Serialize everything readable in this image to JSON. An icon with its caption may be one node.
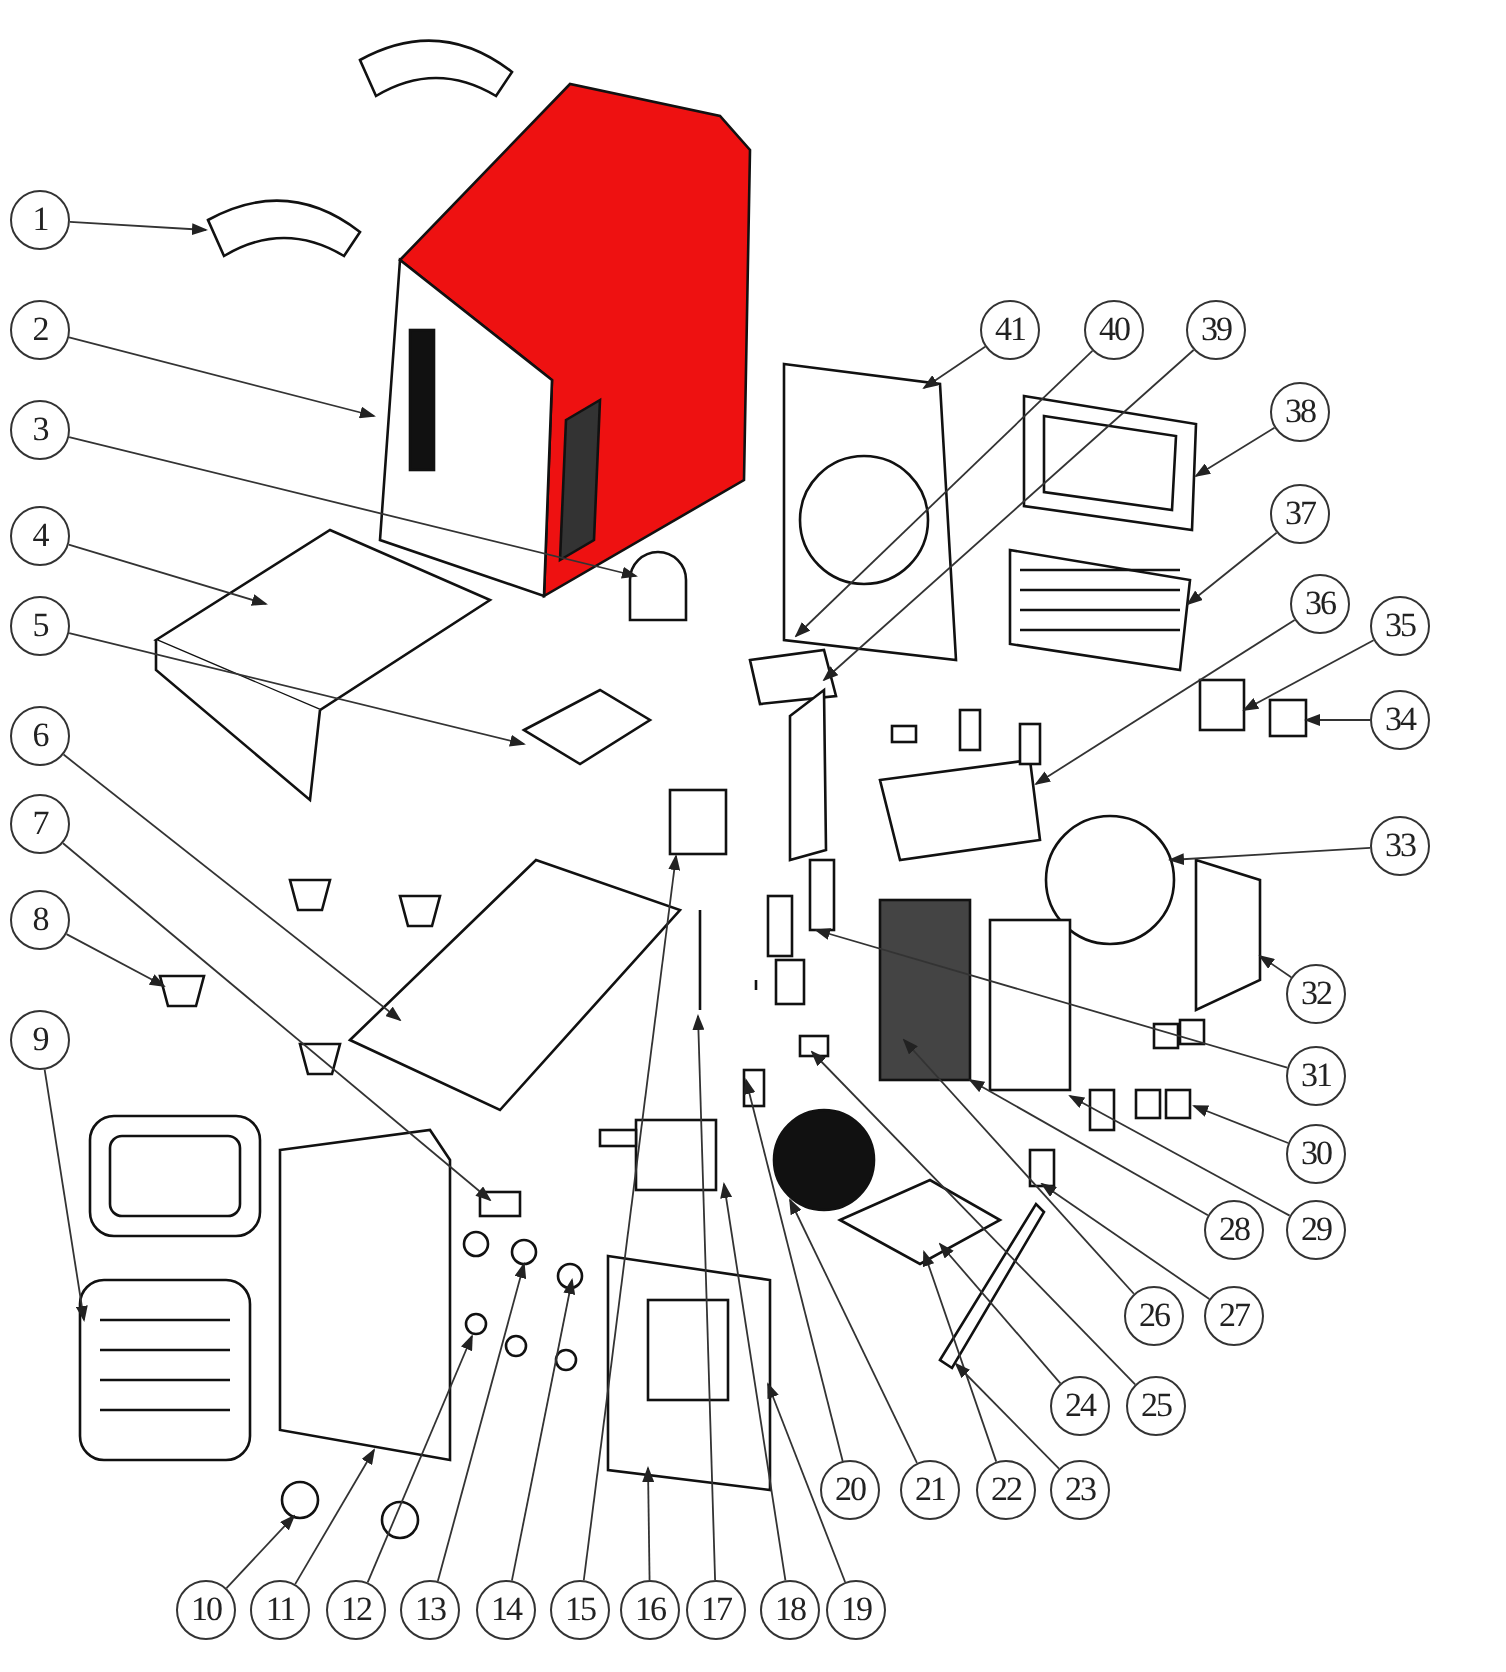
{
  "diagram": {
    "nodes": [
      {
        "text": [
          "1"
        ]
      },
      {
        "text": [
          "2"
        ]
      },
      {
        "text": [
          "3"
        ]
      },
      {
        "text": [
          "4"
        ]
      },
      {
        "text": [
          "5"
        ]
      },
      {
        "text": [
          "6"
        ]
      },
      {
        "text": [
          "7"
        ]
      },
      {
        "text": [
          "8"
        ]
      },
      {
        "text": [
          "9"
        ]
      },
      {
        "text": [
          "10"
        ]
      },
      {
        "text": [
          "11"
        ]
      },
      {
        "text": [
          "12"
        ]
      },
      {
        "text": [
          "13"
        ]
      },
      {
        "text": [
          "14"
        ]
      },
      {
        "text": [
          "15"
        ]
      },
      {
        "text": [
          "16"
        ]
      },
      {
        "text": [
          "17"
        ]
      },
      {
        "text": [
          "18"
        ]
      },
      {
        "text": [
          "19"
        ]
      },
      {
        "text": [
          "20"
        ]
      },
      {
        "text": [
          "21"
        ]
      },
      {
        "text": [
          "22"
        ]
      },
      {
        "text": [
          "23"
        ]
      },
      {
        "text": [
          "24"
        ]
      },
      {
        "text": [
          "25"
        ]
      },
      {
        "text": [
          "26"
        ]
      },
      {
        "text": [
          "27"
        ]
      },
      {
        "text": [
          "28"
        ]
      },
      {
        "text": [
          "29"
        ]
      },
      {
        "text": [
          "30"
        ]
      },
      {
        "text": [
          "31"
        ]
      },
      {
        "text": [
          "32"
        ]
      },
      {
        "text": [
          "33"
        ]
      },
      {
        "text": [
          "34"
        ]
      },
      {
        "text": [
          "35"
        ]
      },
      {
        "text": [
          "36"
        ]
      },
      {
        "text": [
          "37"
        ]
      },
      {
        "text": [
          "38"
        ]
      },
      {
        "text": [
          "39"
        ]
      },
      {
        "text": [
          "40"
        ]
      },
      {
        "text": [
          "41"
        ]
      }
    ],
    "edges": [
      {
        "from": 0,
        "to": null,
        "arrow": "to"
      },
      {
        "from": 1,
        "to": null,
        "arrow": "to"
      },
      {
        "from": 2,
        "to": null,
        "arrow": "to"
      },
      {
        "from": 3,
        "to": null,
        "arrow": "to"
      },
      {
        "from": 4,
        "to": null,
        "arrow": "to"
      },
      {
        "from": 5,
        "to": null,
        "arrow": "to"
      },
      {
        "from": 6,
        "to": null,
        "arrow": "to"
      },
      {
        "from": 7,
        "to": null,
        "arrow": "to"
      },
      {
        "from": 8,
        "to": null,
        "arrow": "to"
      },
      {
        "from": 9,
        "to": null,
        "arrow": "to"
      },
      {
        "from": 10,
        "to": null,
        "arrow": "to"
      },
      {
        "from": 11,
        "to": null,
        "arrow": "to"
      },
      {
        "from": 12,
        "to": null,
        "arrow": "to"
      },
      {
        "from": 13,
        "to": null,
        "arrow": "to"
      },
      {
        "from": 14,
        "to": null,
        "arrow": "to"
      },
      {
        "from": 15,
        "to": null,
        "arrow": "to"
      },
      {
        "from": 16,
        "to": null,
        "arrow": "to"
      },
      {
        "from": 17,
        "to": null,
        "arrow": "to"
      },
      {
        "from": 18,
        "to": null,
        "arrow": "to"
      },
      {
        "from": 19,
        "to": null,
        "arrow": "to"
      },
      {
        "from": 20,
        "to": null,
        "arrow": "to"
      },
      {
        "from": 21,
        "to": null,
        "arrow": "to"
      },
      {
        "from": 22,
        "to": null,
        "arrow": "to"
      },
      {
        "from": 23,
        "to": null,
        "arrow": "to"
      },
      {
        "from": 24,
        "to": null,
        "arrow": "to"
      },
      {
        "from": 25,
        "to": null,
        "arrow": "to"
      },
      {
        "from": 26,
        "to": null,
        "arrow": "to"
      },
      {
        "from": 27,
        "to": null,
        "arrow": "to"
      },
      {
        "from": 28,
        "to": null,
        "arrow": "to"
      },
      {
        "from": 29,
        "to": null,
        "arrow": "to"
      },
      {
        "from": 30,
        "to": null,
        "arrow": "to"
      },
      {
        "from": 31,
        "to": null,
        "arrow": "to"
      },
      {
        "from": 32,
        "to": null,
        "arrow": "to"
      },
      {
        "from": 33,
        "to": null,
        "arrow": "to"
      },
      {
        "from": 34,
        "to": null,
        "arrow": "to"
      },
      {
        "from": 35,
        "to": null,
        "arrow": "to"
      },
      {
        "from": 36,
        "to": null,
        "arrow": "to"
      },
      {
        "from": 37,
        "to": null,
        "arrow": "to"
      },
      {
        "from": 38,
        "to": null,
        "arrow": "to"
      },
      {
        "from": 39,
        "to": null,
        "arrow": "to"
      },
      {
        "from": 40,
        "to": null,
        "arrow": "to"
      }
    ]
  }
}
